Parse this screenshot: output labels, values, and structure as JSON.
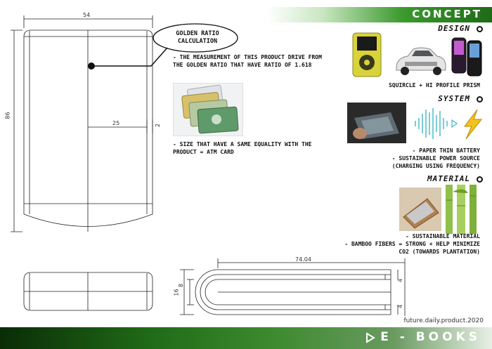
{
  "header": {
    "title": "CONCEPT"
  },
  "footer": {
    "title": "E - BOOKS",
    "credit": "future.daily.product.2020"
  },
  "drawing": {
    "width_label": "54",
    "height_label": "86",
    "inner_label": "25",
    "edge_label": "2",
    "side_length_label": "74.04",
    "side_height_label": "16",
    "side_inner_label": "8",
    "side_top_label": "4",
    "side_bottom_label": "4"
  },
  "callout": {
    "label_line1": "GOLDEN RATIO",
    "label_line2": "CALCULATION",
    "note1": "- THE MEASUREMENT OF THIS PRODUCT DRIVE FROM THE GOLDEN RATIO THAT HAVE RATIO OF 1.618",
    "note2": "- SIZE THAT HAVE A SAME EQUALITY WITH THE PRODUCT = ATM CARD"
  },
  "design": {
    "heading": "DESIGN",
    "caption": "SQUIRCLE + HI PROFILE PRISM"
  },
  "system": {
    "heading": "SYSTEM",
    "line1": "- PAPER THIN BATTERY",
    "line2": "- SUSTAINABLE POWER SOURCE",
    "line3": "(CHARGING USING FREQUENCY)"
  },
  "material": {
    "heading": "MATERIAL",
    "line1": "- SUSTAINABLE MATERIAL",
    "line2": "- BAMBOO FIBERS = STRONG + HELP MINIMIZE",
    "line3": "CO2 (TOWARDS PLANTATION)"
  },
  "colors": {
    "brand_green": "#2f8a23",
    "dark_green": "#0a2c06",
    "ink": "#111111"
  }
}
